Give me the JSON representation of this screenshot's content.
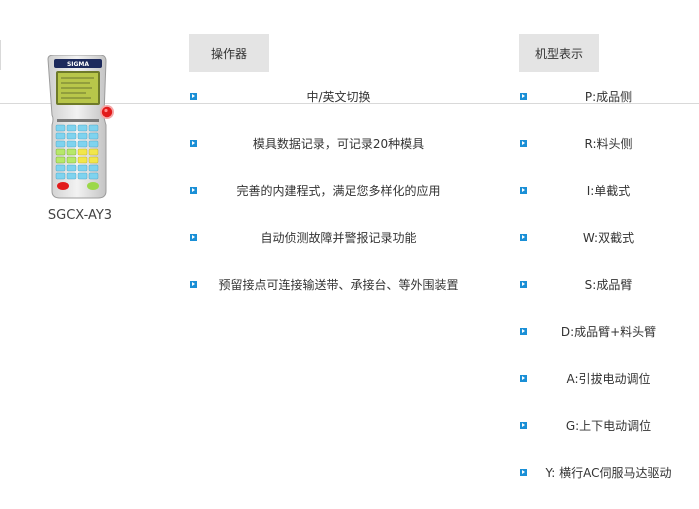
{
  "device": {
    "brand": "SIGMA",
    "caption": "SGCX-AY3"
  },
  "ops": {
    "header": "操作器",
    "items": [
      "中/英文切换",
      "模具数据记录，可记录20种模具",
      "完善的内建程式，满足您多样化的应用",
      "自动侦测故障并警报记录功能",
      "预留接点可连接输送带、承接台、等外围装置"
    ]
  },
  "model": {
    "header": "机型表示",
    "items": [
      "P:成品侧",
      "R:料头侧",
      "I:单截式",
      "W:双截式",
      "S:成品臂",
      "D:成品臂+料头臂",
      "A:引拔电动调位",
      "G:上下电动调位",
      "Y: 横行AC伺服马达驱动"
    ]
  },
  "colors": {
    "bullet": "#1a8fd6",
    "header_bg": "#e4e4e4",
    "device_body": "#e9e9e9",
    "device_screen": "#b8c64a",
    "device_keys": "#7fd3ef",
    "red_knob": "#e21b1b"
  }
}
